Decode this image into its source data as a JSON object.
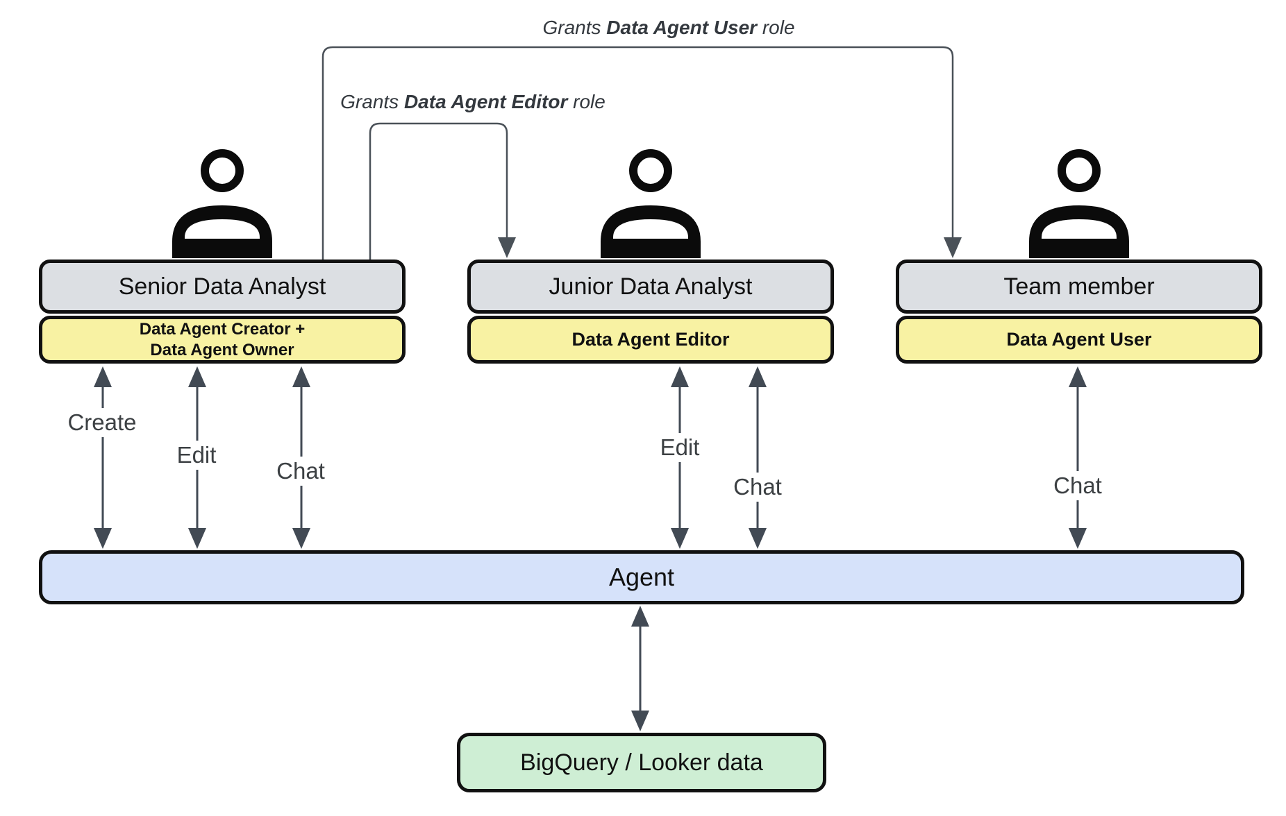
{
  "diagram": {
    "grants": {
      "user": {
        "prefix": "Grants ",
        "target": "Data Agent User",
        "suffix": " role"
      },
      "editor": {
        "prefix": "Grants ",
        "target": "Data Agent Editor",
        "suffix": " role"
      }
    },
    "actors": [
      {
        "title": "Senior Data Analyst",
        "role_line1": "Data Agent Creator +",
        "role_line2": "Data Agent Owner",
        "actions": [
          "Create",
          "Edit",
          "Chat"
        ]
      },
      {
        "title": "Junior Data Analyst",
        "role": "Data Agent Editor",
        "actions": [
          "Edit",
          "Chat"
        ]
      },
      {
        "title": "Team member",
        "role": "Data Agent User",
        "actions": [
          "Chat"
        ]
      }
    ],
    "agent": {
      "label": "Agent"
    },
    "datastore": {
      "label": "BigQuery / Looker data"
    },
    "colors": {
      "actor_fill": "#dcdfe3",
      "role_fill": "#f8f2a3",
      "agent_fill": "#d6e2fa",
      "datastore_fill": "#ceeed4",
      "box_border": "#111111",
      "arrow": "#424a54",
      "connector": "#4a5158",
      "action_text": "#3c4043",
      "grant_text": "#33383e"
    }
  }
}
